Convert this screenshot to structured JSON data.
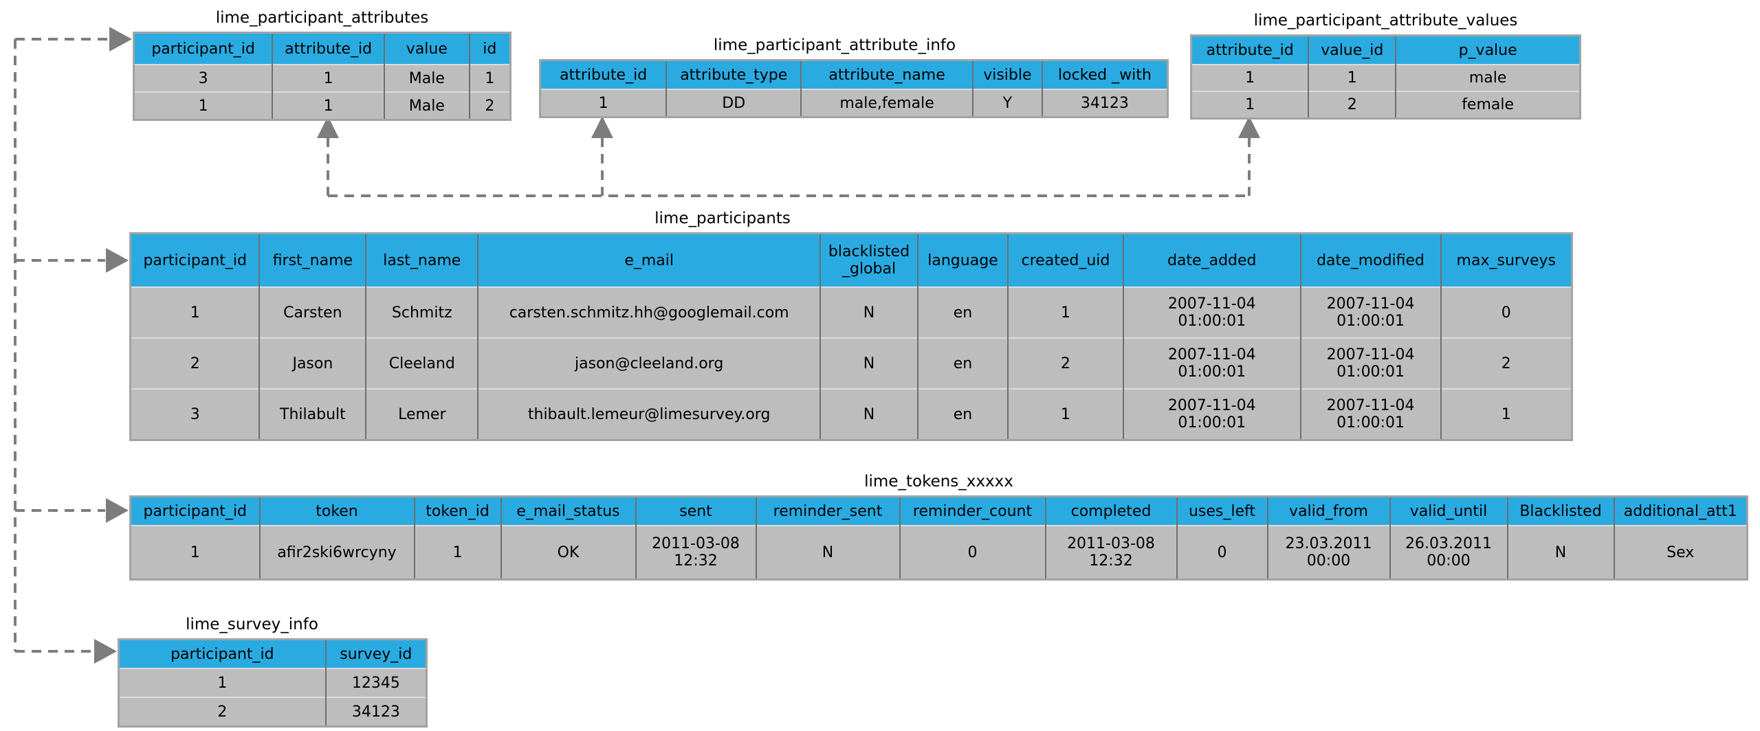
{
  "diagram": {
    "header_color": "#29abe2",
    "row_color": "#bdbdbd",
    "connector_color": "#7d7d7d"
  },
  "tables": [
    {
      "id": "lime_participant_attributes",
      "title": "lime_participant_attributes",
      "columns": [
        "participant_id",
        "attribute_id",
        "value",
        "id"
      ],
      "rows": [
        [
          "3",
          "1",
          "Male",
          "1"
        ],
        [
          "1",
          "1",
          "Male",
          "2"
        ]
      ]
    },
    {
      "id": "lime_participant_attribute_info",
      "title": "lime_participant_attribute_info",
      "columns": [
        "attribute_id",
        "attribute_type",
        "attribute_name",
        "visible",
        "locked _with"
      ],
      "rows": [
        [
          "1",
          "DD",
          "male,female",
          "Y",
          "34123"
        ]
      ]
    },
    {
      "id": "lime_participant_attribute_values",
      "title": "lime_participant_attribute_values",
      "columns": [
        "attribute_id",
        "value_id",
        "p_value"
      ],
      "rows": [
        [
          "1",
          "1",
          "male"
        ],
        [
          "1",
          "2",
          "female"
        ]
      ]
    },
    {
      "id": "lime_participants",
      "title": "lime_participants",
      "columns": [
        "participant_id",
        "first_name",
        "last_name",
        "e_mail",
        "blacklisted\n_global",
        "language",
        "created_uid",
        "date_added",
        "date_modified",
        "max_surveys"
      ],
      "rows": [
        [
          "1",
          "Carsten",
          "Schmitz",
          "carsten.schmitz.hh@googlemail.com",
          "N",
          "en",
          "1",
          "2007-11-04\n01:00:01",
          "2007-11-04\n01:00:01",
          "0"
        ],
        [
          "2",
          "Jason",
          "Cleeland",
          "jason@cleeland.org",
          "N",
          "en",
          "2",
          "2007-11-04\n01:00:01",
          "2007-11-04\n01:00:01",
          "2"
        ],
        [
          "3",
          "Thilabult",
          "Lemer",
          "thibault.lemeur@limesurvey.org",
          "N",
          "en",
          "1",
          "2007-11-04\n01:00:01",
          "2007-11-04\n01:00:01",
          "1"
        ]
      ]
    },
    {
      "id": "lime_tokens_xxxxx",
      "title": "lime_tokens_xxxxx",
      "columns": [
        "participant_id",
        "token",
        "token_id",
        "e_mail_status",
        "sent",
        "reminder_sent",
        "reminder_count",
        "completed",
        "uses_left",
        "valid_from",
        "valid_until",
        "Blacklisted",
        "additional_att1"
      ],
      "rows": [
        [
          "1",
          "afir2ski6wrcyny",
          "1",
          "OK",
          "2011-03-08\n12:32",
          "N",
          "0",
          "2011-03-08\n12:32",
          "0",
          "23.03.2011\n00:00",
          "26.03.2011\n00:00",
          "N",
          "Sex"
        ]
      ]
    },
    {
      "id": "lime_survey_info",
      "title": "lime_survey_info",
      "columns": [
        "participant_id",
        "survey_id"
      ],
      "rows": [
        [
          "1",
          "12345"
        ],
        [
          "2",
          "34123"
        ]
      ]
    }
  ]
}
